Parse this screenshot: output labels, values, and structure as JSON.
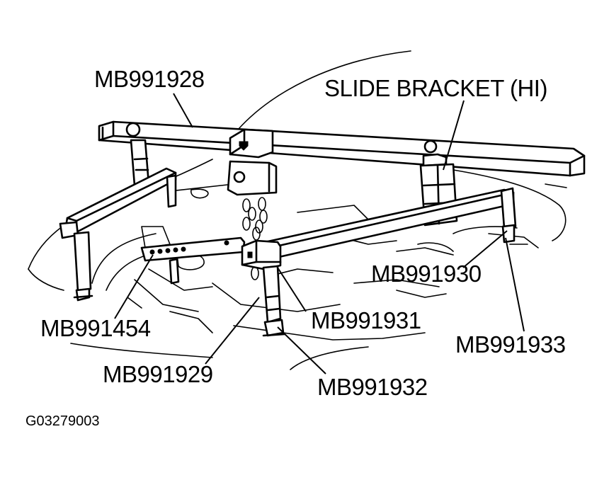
{
  "callouts": {
    "mb991928": "MB991928",
    "slide_bracket": "SLIDE BRACKET (HI)",
    "mb991930": "MB991930",
    "mb991454": "MB991454",
    "mb991931": "MB991931",
    "mb991933": "MB991933",
    "mb991929": "MB991929",
    "mb991932": "MB991932"
  },
  "figure_id": "G03279003"
}
